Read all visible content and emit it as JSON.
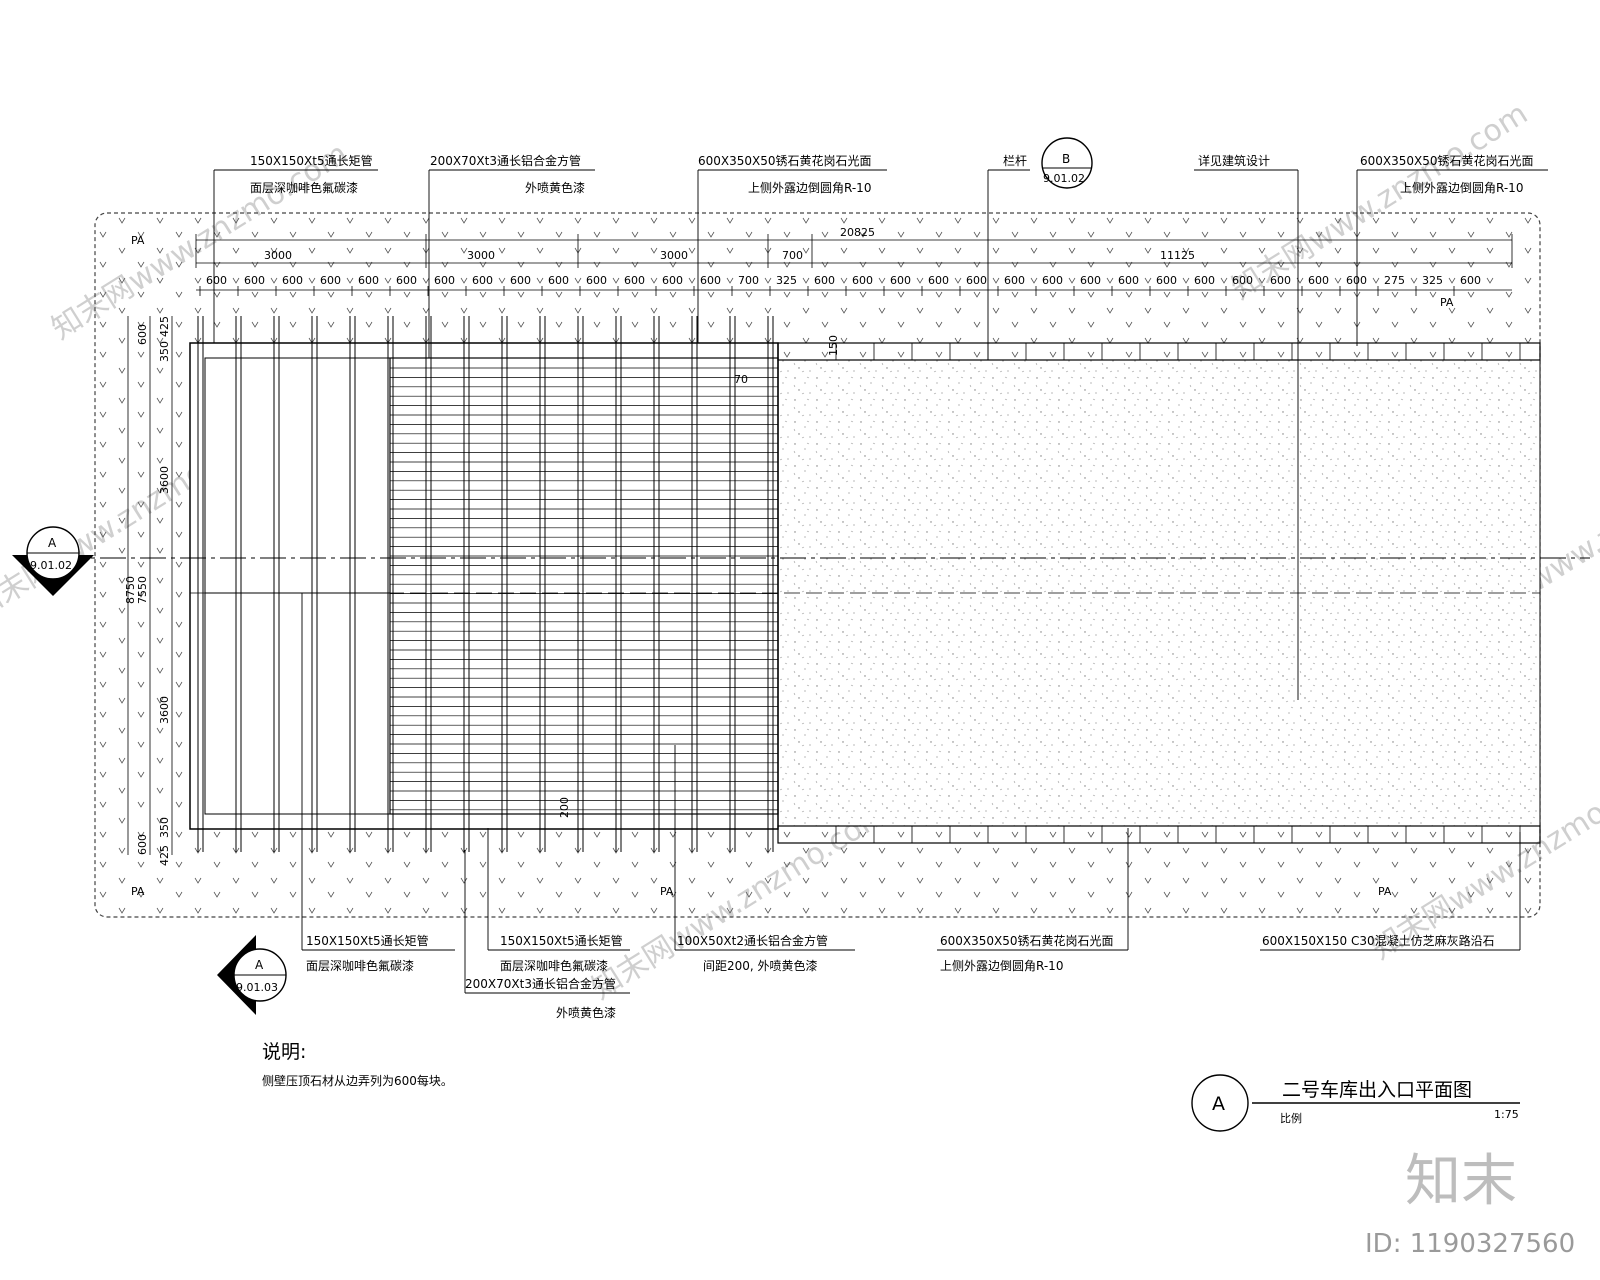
{
  "drawing": {
    "title": "二号车库出入口平面图",
    "subtitle": "比例",
    "scale": "1:75",
    "title_marker": "A"
  },
  "notes": {
    "heading": "说明:",
    "line1": "侧壁压顶石材从边弄列为600每块。"
  },
  "markers": {
    "left": {
      "letter": "A",
      "ref": "9.01.02"
    },
    "bottom": {
      "letter": "A",
      "ref": "9.01.03"
    },
    "top": {
      "letter": "B",
      "ref": "9.01.02"
    }
  },
  "zone_labels": [
    "PA",
    "PA",
    "PA",
    "PA",
    "PA"
  ],
  "top_callouts": [
    {
      "line1": "150X150Xt5通长矩管",
      "line2": "面层深咖啡色氟碳漆"
    },
    {
      "line1": "200X70Xt3通长铝合金方管",
      "line2": "外喷黄色漆"
    },
    {
      "line1": "600X350X50锈石黄花岗石光面",
      "line2": "上侧外露边倒圆角R-10"
    },
    {
      "line1": "栏杆"
    },
    {
      "line1": "详见建筑设计"
    },
    {
      "line1": "600X350X50锈石黄花岗石光面",
      "line2": "上侧外露边倒圆角R-10"
    }
  ],
  "bottom_callouts": [
    {
      "line1": "150X150Xt5通长矩管",
      "line2": "面层深咖啡色氟碳漆"
    },
    {
      "line1": "150X150Xt5通长矩管",
      "line2": "面层深咖啡色氟碳漆"
    },
    {
      "line1": "200X70Xt3通长铝合金方管",
      "line2": "外喷黄色漆"
    },
    {
      "line1": "100X50Xt2通长铝合金方管",
      "line2": "间距200, 外喷黄色漆"
    },
    {
      "line1": "600X350X50锈石黄花岗石光面",
      "line2": "上侧外露边倒圆角R-10"
    },
    {
      "line1": "600X150X150 C30混凝土仿芝麻灰路沿石"
    }
  ],
  "dimensions": {
    "total": "20825",
    "row1": [
      "3000",
      "3000",
      "3000",
      "700",
      "11125"
    ],
    "row2": [
      "600",
      "600",
      "600",
      "600",
      "600",
      "600",
      "600",
      "600",
      "600",
      "600",
      "600",
      "600",
      "600",
      "600",
      "700",
      "325",
      "600",
      "600",
      "600",
      "600",
      "600",
      "600",
      "600",
      "600",
      "600",
      "600",
      "600",
      "600",
      "600",
      "600",
      "600",
      "275",
      "325",
      "600"
    ],
    "vertical_left": [
      "600",
      "7550",
      "600"
    ],
    "vertical_overall": "8750",
    "vertical_inner": [
      "425",
      "350",
      "3600",
      "3600",
      "350",
      "425"
    ],
    "detail_150": "150",
    "detail_70": "70",
    "detail_200": "200"
  },
  "branding": {
    "logo_text": "知末",
    "id_text": "ID: 1190327560",
    "watermark": "知末网www.znzmo.com"
  }
}
